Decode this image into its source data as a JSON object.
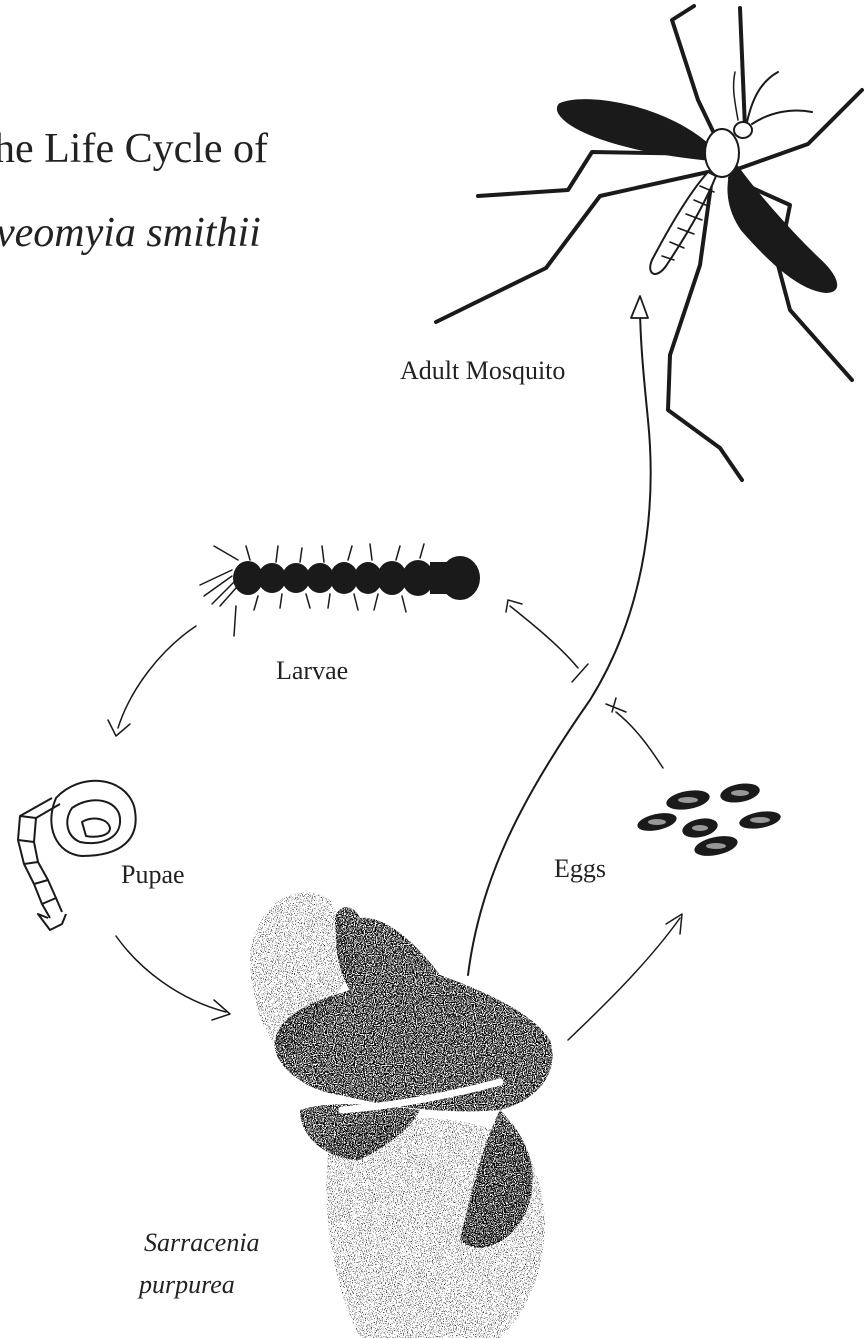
{
  "title": {
    "line1": "he Life Cycle of",
    "line2": "veomyia smithii"
  },
  "stages": {
    "adult": "Adult Mosquito",
    "larvae": "Larvae",
    "pupae": "Pupae",
    "eggs": "Eggs"
  },
  "plant": {
    "line1": "Sarracenia",
    "line2": "purpurea"
  },
  "colors": {
    "ink": "#1a1a1a",
    "paper": "#ffffff"
  }
}
